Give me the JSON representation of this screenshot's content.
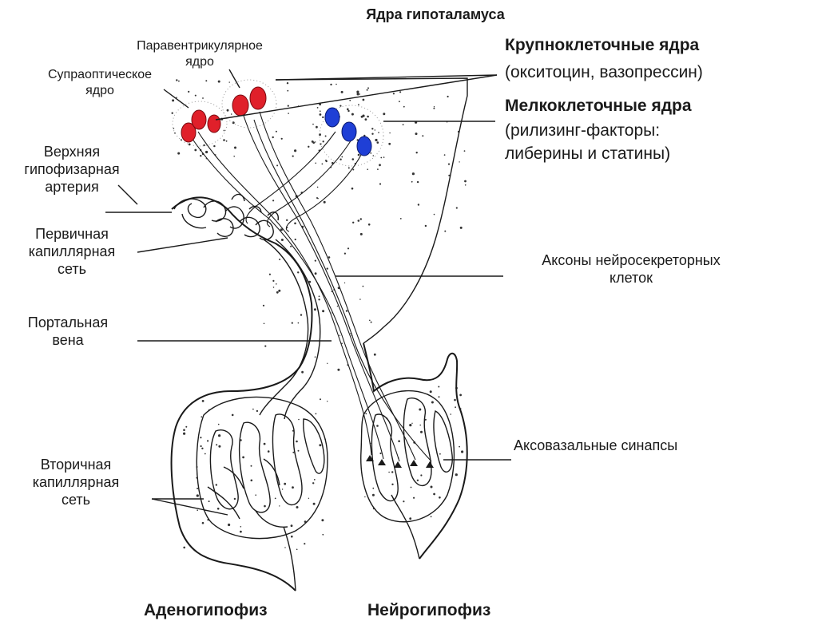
{
  "title": "Ядра гипоталамуса",
  "labels": {
    "paraventricular": [
      "Паравентрикулярное",
      "ядро"
    ],
    "supraoptic": [
      "Супраоптическое",
      "ядро"
    ],
    "magnocellular_title": "Крупноклеточные ядра",
    "magnocellular_sub": "(окситоцин, вазопрессин)",
    "parvocellular_title": "Мелкоклеточные ядра",
    "parvocellular_sub1": "(рилизинг-факторы:",
    "parvocellular_sub2": "либерины и статины)",
    "sup_artery": [
      "Верхняя",
      "гипофизарная",
      "артерия"
    ],
    "primary_cap": [
      "Первичная",
      "капиллярная",
      "сеть"
    ],
    "axons": [
      "Аксоны нейросекреторных",
      "клеток"
    ],
    "portal_vein": [
      "Портальная",
      "вена"
    ],
    "axovasal": "Аксовазальные синапсы",
    "secondary_cap": [
      "Вторичная",
      "капиллярная",
      "сеть"
    ],
    "adeno": "Аденогипофиз",
    "neuro": "Нейрогипофиз"
  },
  "colors": {
    "magnocellular": "#e0202a",
    "parvocellular": "#1f3fd6"
  }
}
